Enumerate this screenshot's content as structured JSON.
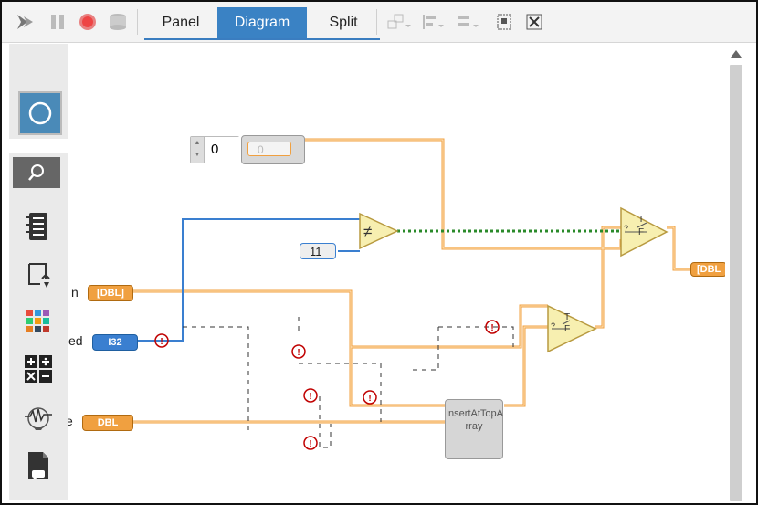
{
  "toolbar": {
    "tabs": [
      "Panel",
      "Diagram",
      "Split"
    ],
    "active_tab": "Diagram"
  },
  "diagram": {
    "numeric_control_value": "0",
    "constant_value": "0",
    "constant_11": "11",
    "terminal_dbl_1": "[DBL]",
    "terminal_i32": "I32",
    "terminal_dbl_2": "DBL",
    "terminal_out": "[DBL",
    "label_n": "n",
    "label_ed": "ed",
    "label_e": "e",
    "insert_node_label_1": "InsertAtTopA",
    "insert_node_label_2": "rray",
    "not_equal_symbol": "≠",
    "select_true": "T",
    "select_false": "F",
    "select_q": "?"
  },
  "colors": {
    "orange_wire": "#f0a040",
    "blue_wire": "#3a7fd0",
    "green_wire": "#2a8a2a",
    "tab_active": "#3a82c4",
    "error": "#c00000",
    "node_yellow": "#f7efb0"
  }
}
